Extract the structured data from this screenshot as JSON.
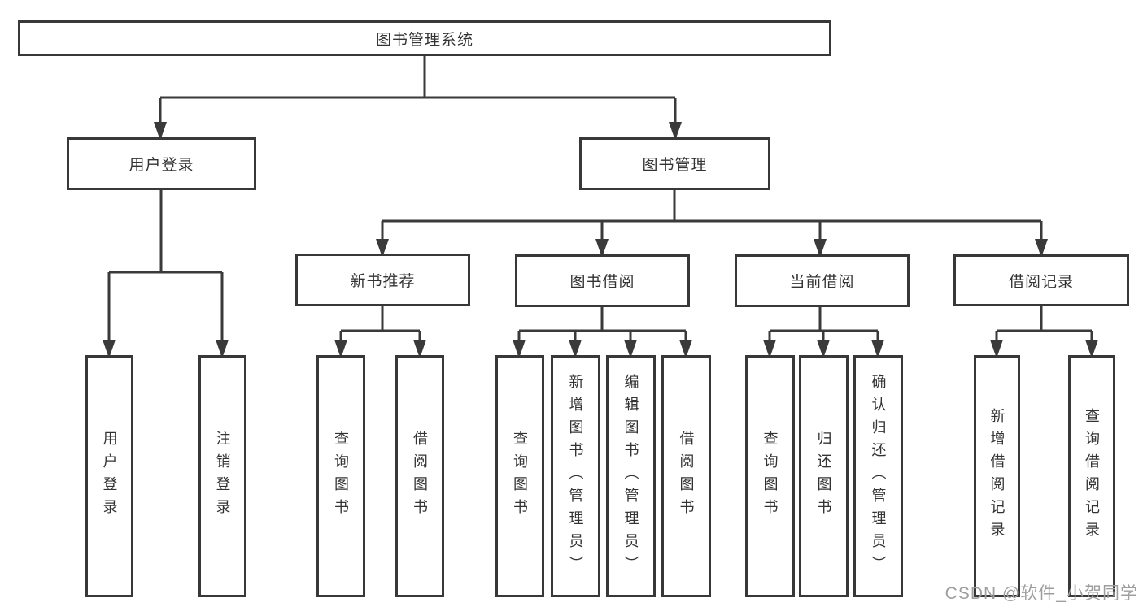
{
  "diagram": {
    "root": {
      "label": "图书管理系统"
    },
    "branches": [
      {
        "label": "用户登录",
        "children": [
          {
            "label": "用户登录"
          },
          {
            "label": "注销登录"
          }
        ]
      },
      {
        "label": "图书管理",
        "children": [
          {
            "label": "新书推荐",
            "children": [
              {
                "label": "查询图书"
              },
              {
                "label": "借阅图书"
              }
            ]
          },
          {
            "label": "图书借阅",
            "children": [
              {
                "label": "查询图书"
              },
              {
                "label": "新增图书（管理员）"
              },
              {
                "label": "编辑图书（管理员）"
              },
              {
                "label": "借阅图书"
              }
            ]
          },
          {
            "label": "当前借阅",
            "children": [
              {
                "label": "查询图书"
              },
              {
                "label": "归还图书"
              },
              {
                "label": "确认归还（管理员）"
              }
            ]
          },
          {
            "label": "借阅记录",
            "children": [
              {
                "label": "新增借阅记录"
              },
              {
                "label": "查询借阅记录"
              }
            ]
          }
        ]
      }
    ]
  },
  "watermark": "CSDN @软件_小贺同学",
  "colors": {
    "line": "#3a3a3a",
    "border": "#383838",
    "text": "#333333",
    "watermark": "#9e9e9e",
    "background": "#ffffff"
  }
}
